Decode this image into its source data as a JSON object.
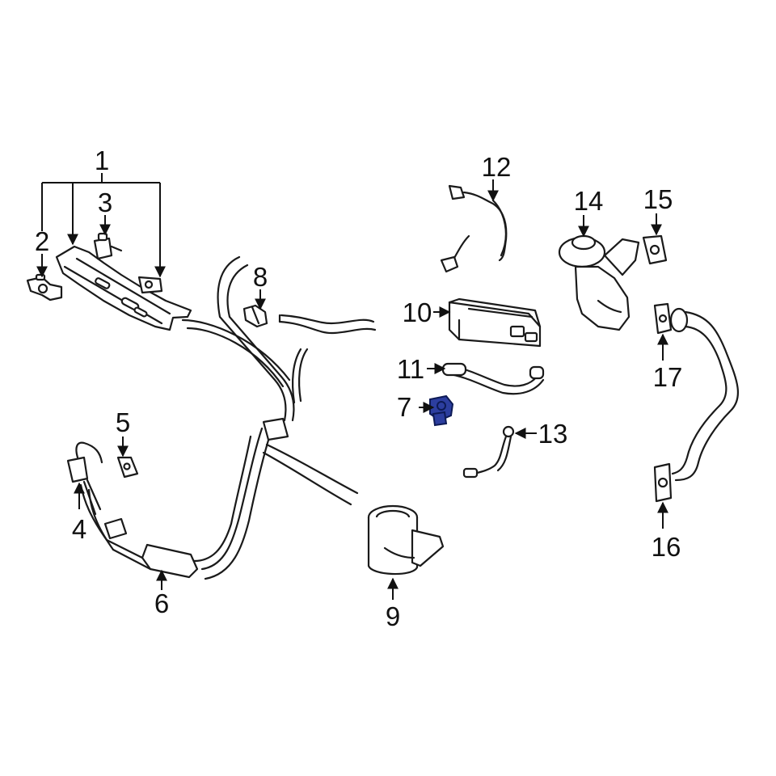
{
  "diagram": {
    "highlight_color": "#2c3e9f",
    "highlighted_callout": "7",
    "callouts": {
      "c1": "1",
      "c2": "2",
      "c3": "3",
      "c4": "4",
      "c5": "5",
      "c6": "6",
      "c7": "7",
      "c8": "8",
      "c9": "9",
      "c10": "10",
      "c11": "11",
      "c12": "12",
      "c13": "13",
      "c14": "14",
      "c15": "15",
      "c16": "16",
      "c17": "17"
    }
  }
}
